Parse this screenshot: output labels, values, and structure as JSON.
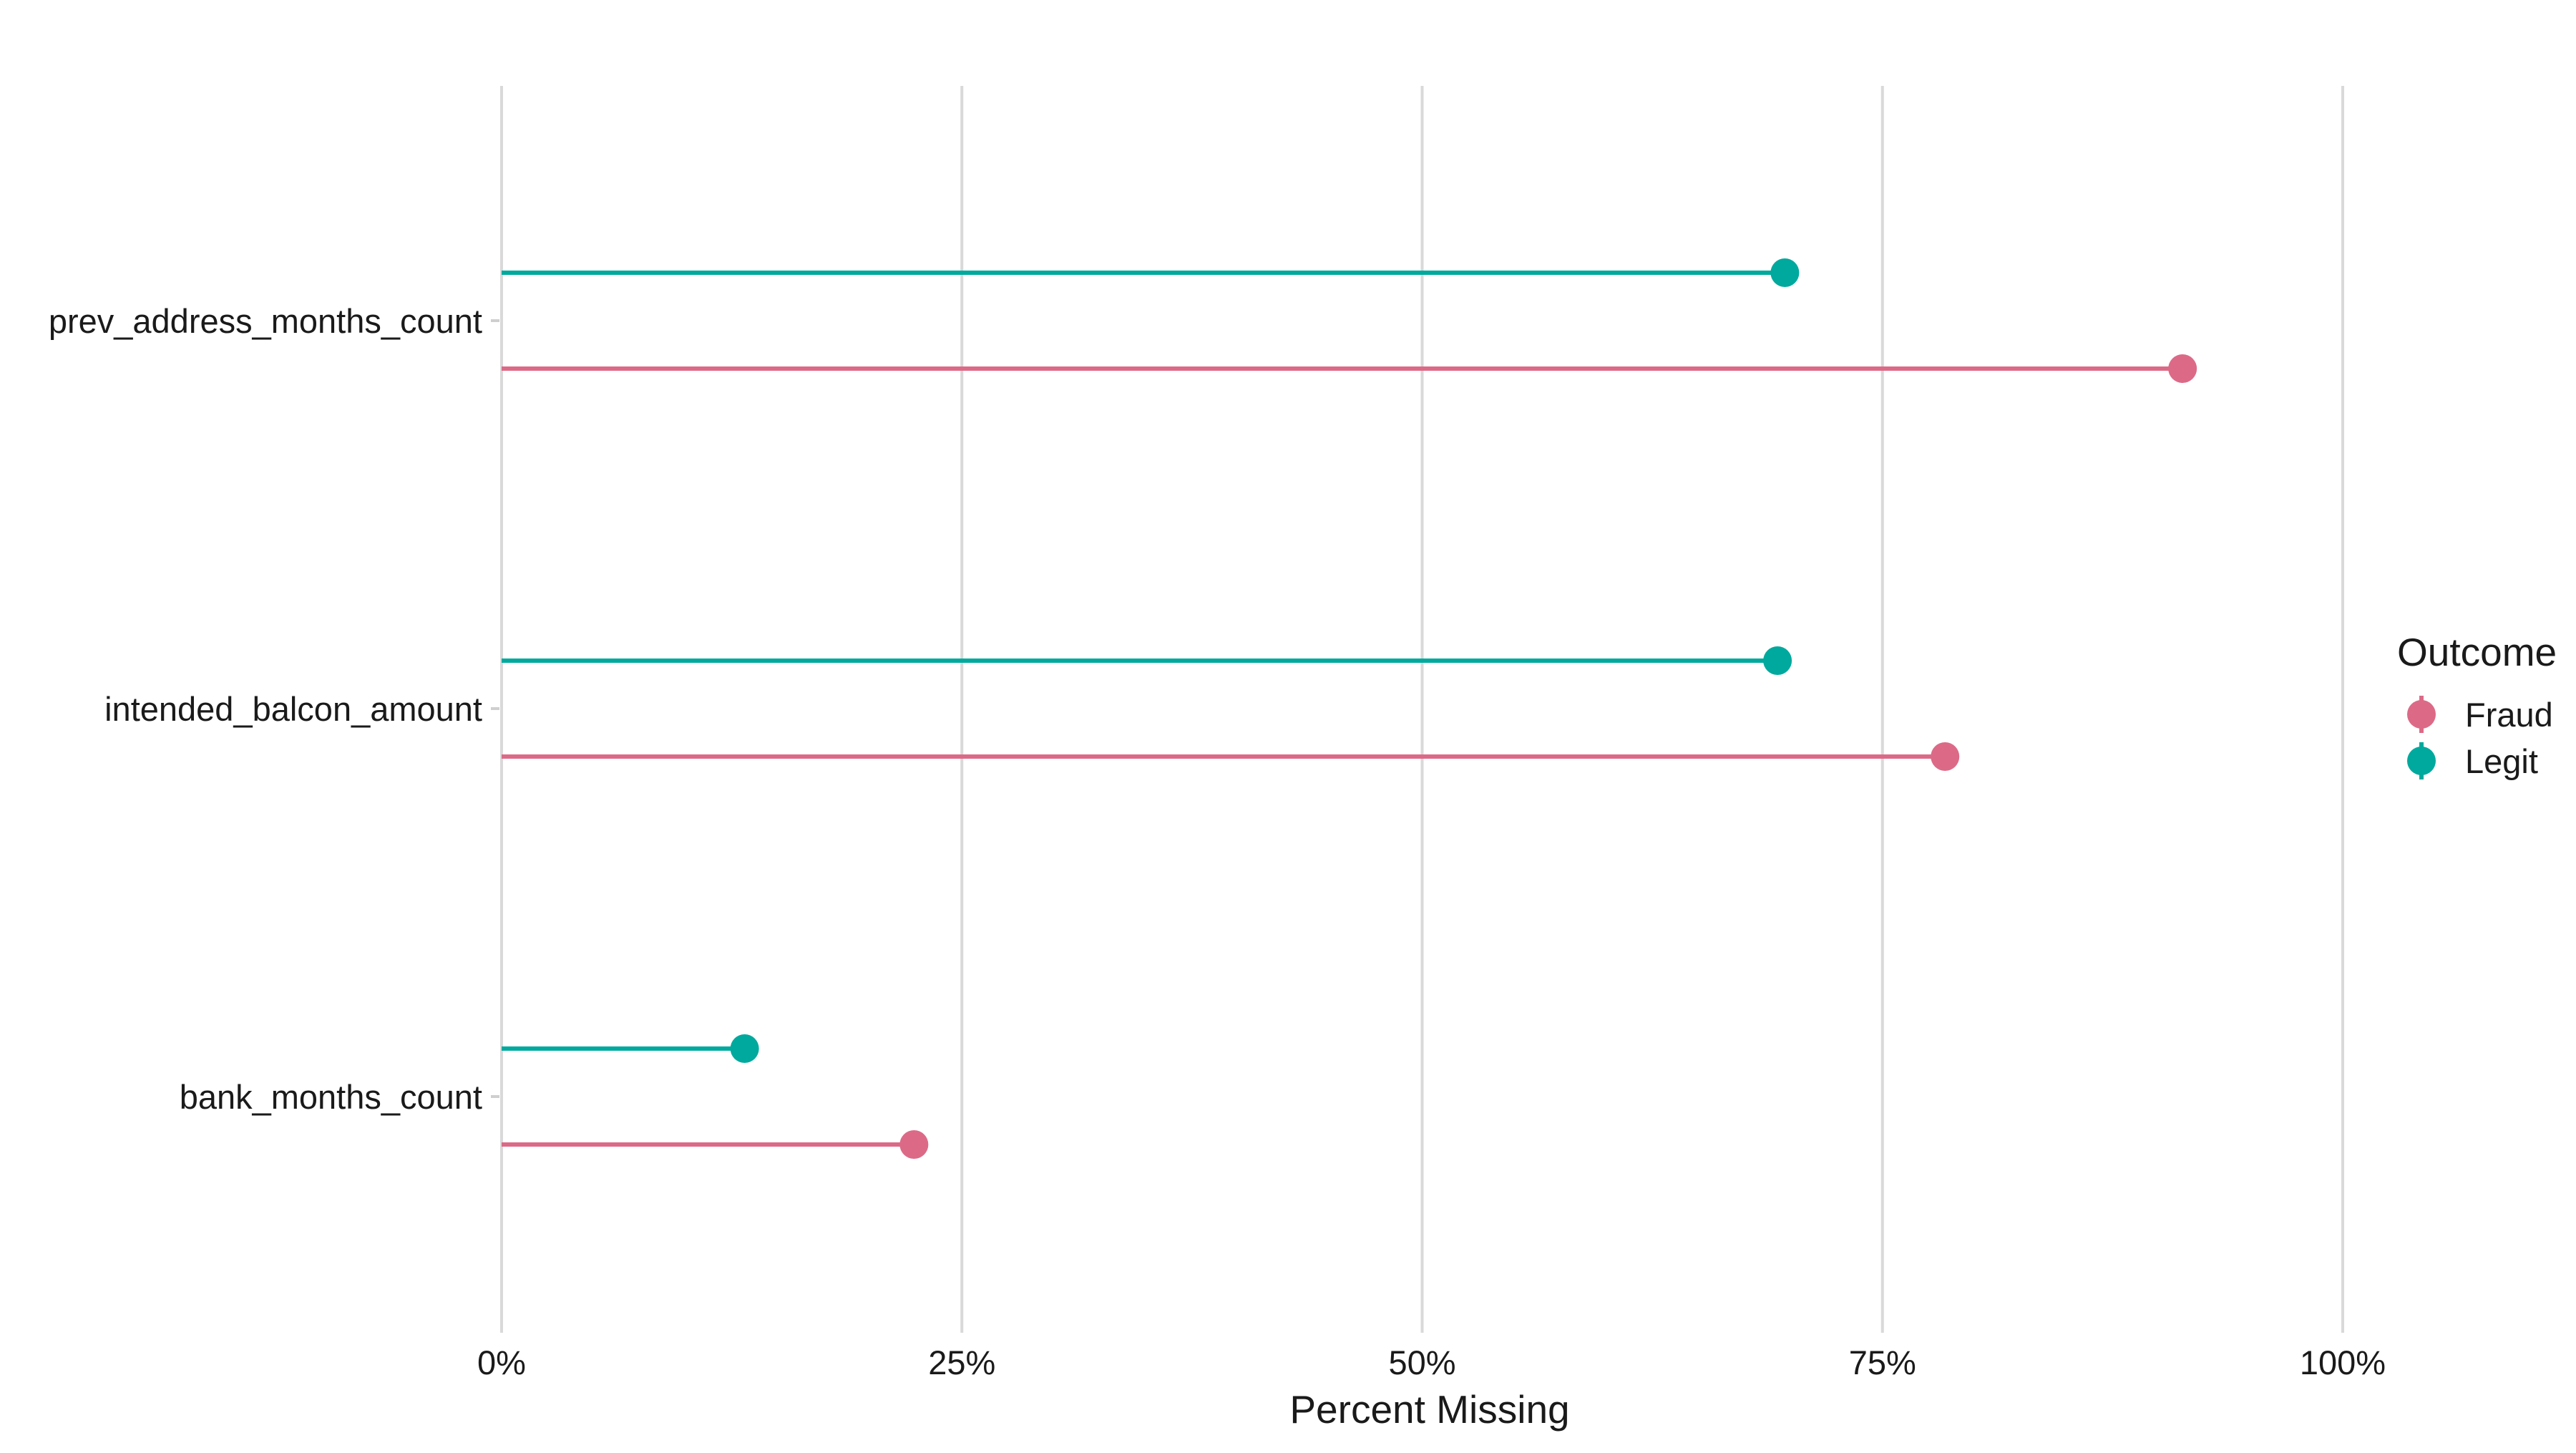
{
  "chart_data": {
    "type": "lollipop",
    "title": "",
    "xlabel": "Percent Missing",
    "ylabel": "",
    "xlim": [
      0,
      1
    ],
    "x_ticks": [
      0,
      0.25,
      0.5,
      0.75,
      1.0
    ],
    "x_tick_labels": [
      "0%",
      "25%",
      "50%",
      "75%",
      "100%"
    ],
    "grid": "vertical-major",
    "categories": [
      "prev_address_months_count",
      "intended_balcon_amount",
      "bank_months_count"
    ],
    "series": [
      {
        "name": "Fraud",
        "color": "#DC6A87",
        "values": [
          0.913,
          0.784,
          0.224
        ]
      },
      {
        "name": "Legit",
        "color": "#00A99D",
        "values": [
          0.697,
          0.693,
          0.132
        ]
      }
    ],
    "legend": {
      "title": "Outcome",
      "placement": "right",
      "entries": [
        "Fraud",
        "Legit"
      ]
    }
  }
}
